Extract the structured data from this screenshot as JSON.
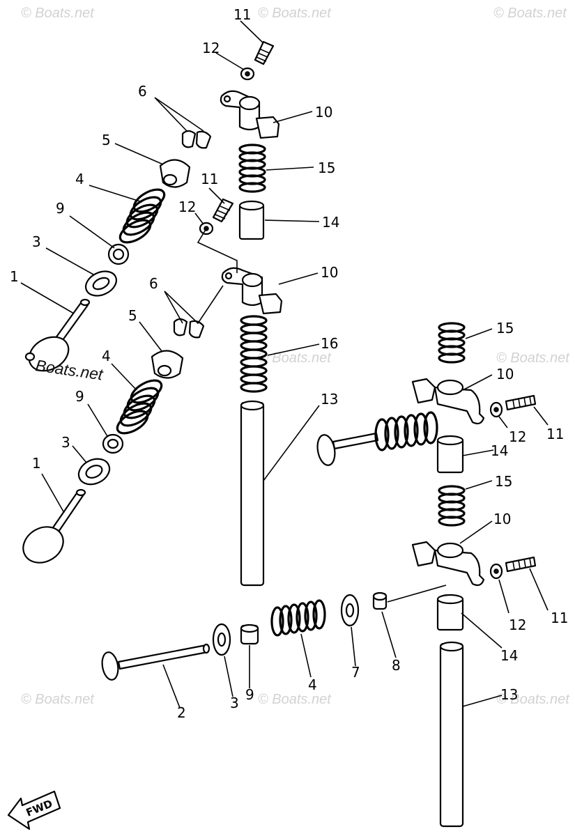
{
  "watermark": {
    "text": "© Boats.net",
    "overlay_text": "Boats.net"
  },
  "fwd_label": "FWD",
  "callouts": {
    "c1_a": "1",
    "c1_b": "1",
    "c2": "2",
    "c3_a": "3",
    "c3_b": "3",
    "c3_c": "3",
    "c4_a": "4",
    "c4_b": "4",
    "c4_c": "4",
    "c5_a": "5",
    "c5_b": "5",
    "c6_a": "6",
    "c6_b": "6",
    "c7": "7",
    "c8": "8",
    "c9_a": "9",
    "c9_b": "9",
    "c9_c": "9",
    "c10_a": "10",
    "c10_b": "10",
    "c10_c": "10",
    "c10_d": "10",
    "c11_a": "11",
    "c11_b": "11",
    "c11_c": "11",
    "c11_d": "11",
    "c12_a": "12",
    "c12_b": "12",
    "c12_c": "12",
    "c12_d": "12",
    "c13_a": "13",
    "c13_b": "13",
    "c14_a": "14",
    "c14_b": "14",
    "c14_c": "14",
    "c15_a": "15",
    "c15_b": "15",
    "c15_c": "15",
    "c16": "16"
  }
}
